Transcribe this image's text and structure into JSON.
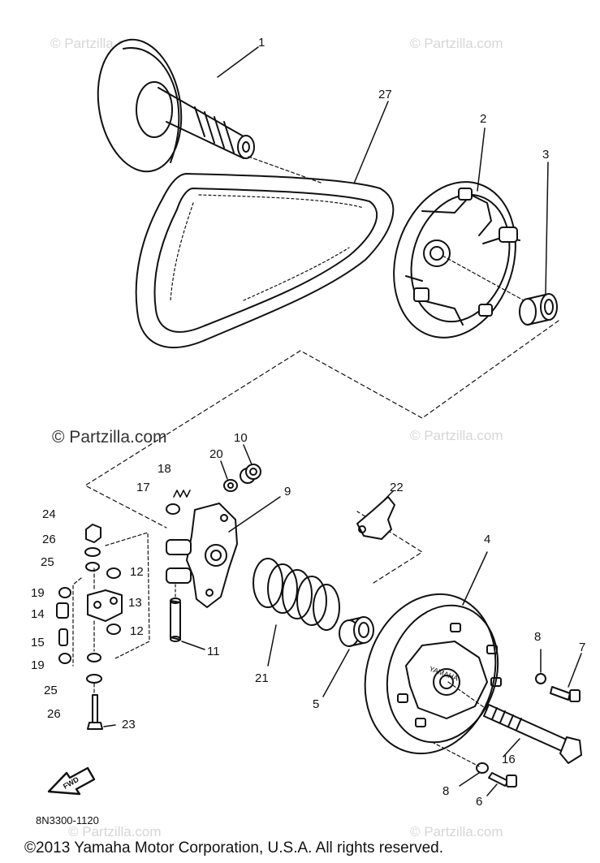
{
  "watermarks": {
    "faint": "© Partzilla.com",
    "center": "© Partzilla.com"
  },
  "callouts": {
    "p1": "1",
    "p2": "2",
    "p3": "3",
    "p4": "4",
    "p5": "5",
    "p6": "6",
    "p7": "7",
    "p8a": "8",
    "p8b": "8",
    "p9": "9",
    "p10": "10",
    "p11": "11",
    "p12a": "12",
    "p12b": "12",
    "p13": "13",
    "p14": "14",
    "p15": "15",
    "p16": "16",
    "p17": "17",
    "p18": "18",
    "p19a": "19",
    "p19b": "19",
    "p20": "20",
    "p21": "21",
    "p22": "22",
    "p23": "23",
    "p24": "24",
    "p25a": "25",
    "p25b": "25",
    "p26a": "26",
    "p26b": "26",
    "p27": "27"
  },
  "fwd_label": "FWD",
  "diagram_code": "8N3300-1120",
  "footer": "©2013  Yamaha Motor Corporation, U.S.A. All rights reserved.",
  "colors": {
    "ink": "#111111",
    "watermark": "#d6d6d6"
  }
}
